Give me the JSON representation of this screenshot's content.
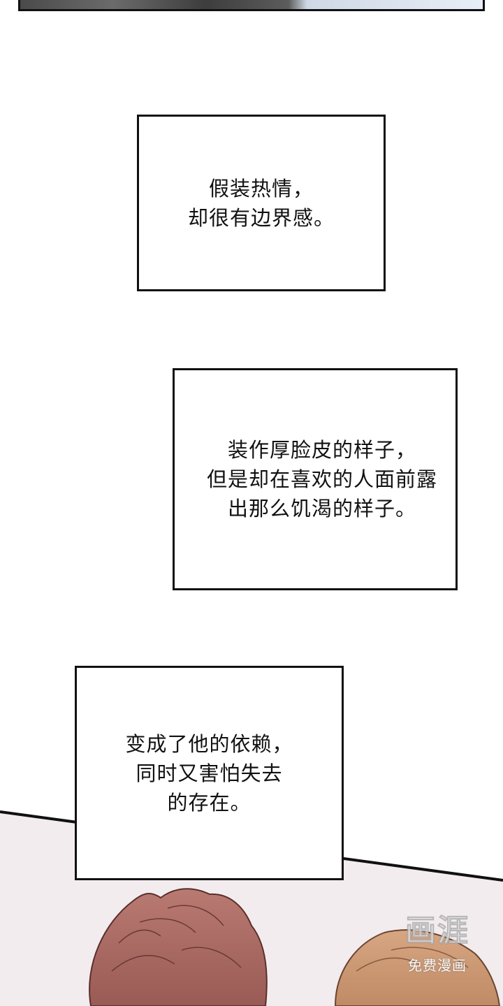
{
  "narration_boxes": [
    {
      "text": "假装热情，\n却很有边界感。"
    },
    {
      "text": "装作厚脸皮的样子，\n但是却在喜欢的人面前露\n出那么饥渴的样子。"
    },
    {
      "text": "变成了他的依赖，\n同时又害怕失去\n的存在。"
    }
  ],
  "watermark": {
    "logo": "画涯",
    "subtitle": "免费漫画"
  }
}
